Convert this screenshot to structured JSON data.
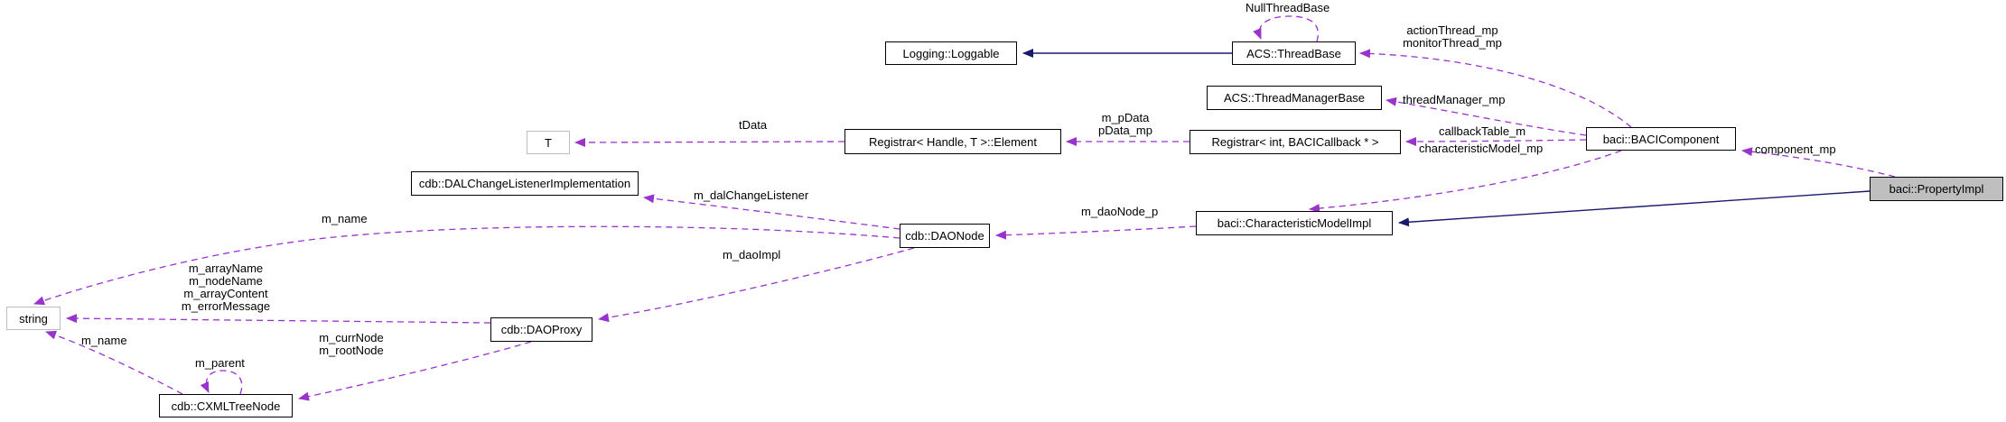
{
  "diagram": {
    "kind": "collaboration-graph",
    "colors": {
      "member_edge": "#9a32cd",
      "inheritance_edge": "#191970",
      "node_border": "#000000",
      "external_node_border": "#bebebe",
      "current_node_fill": "#bfbfbf",
      "background": "#ffffff",
      "text": "#000000"
    },
    "nodes": {
      "t": "T",
      "loggable": "Logging::Loggable",
      "thread_base": "ACS::ThreadBase",
      "thread_manager_base": "ACS::ThreadManagerBase",
      "registrar_element": "Registrar< Handle, T >::Element",
      "registrar_int": "Registrar< int, BACICallback * >",
      "baci_component": "baci::BACIComponent",
      "property_impl": "baci::PropertyImpl",
      "dal_change_listener_impl": "cdb::DALChangeListenerImplementation",
      "dao_node": "cdb::DAONode",
      "characteristic_model_impl": "baci::CharacteristicModelImpl",
      "string": "string",
      "dao_proxy": "cdb::DAOProxy",
      "cxml_tree_node": "cdb::CXMLTreeNode"
    },
    "labels": {
      "null_thread_base": "NullThreadBase",
      "action_thread": "actionThread_mp",
      "monitor_thread": "monitorThread_mp",
      "thread_manager": "threadManager_mp",
      "m_pdata": "m_pData",
      "pdata_mp": "pData_mp",
      "tdata": "tData",
      "callback_table": "callbackTable_m",
      "characteristic_model": "characteristicModel_mp",
      "component_mp": "component_mp",
      "m_daonode_p": "m_daoNode_p",
      "m_dalchangelistener": "m_dalChangeListener",
      "m_daoimpl": "m_daoImpl",
      "m_arrayname": "m_arrayName",
      "m_nodename": "m_nodeName",
      "m_arraycontent": "m_arrayContent",
      "m_errormessage": "m_errorMessage",
      "m_name_daonode": "m_name",
      "m_name_treenode": "m_name",
      "m_currnode": "m_currNode",
      "m_rootnode": "m_rootNode",
      "m_parent": "m_parent"
    }
  }
}
